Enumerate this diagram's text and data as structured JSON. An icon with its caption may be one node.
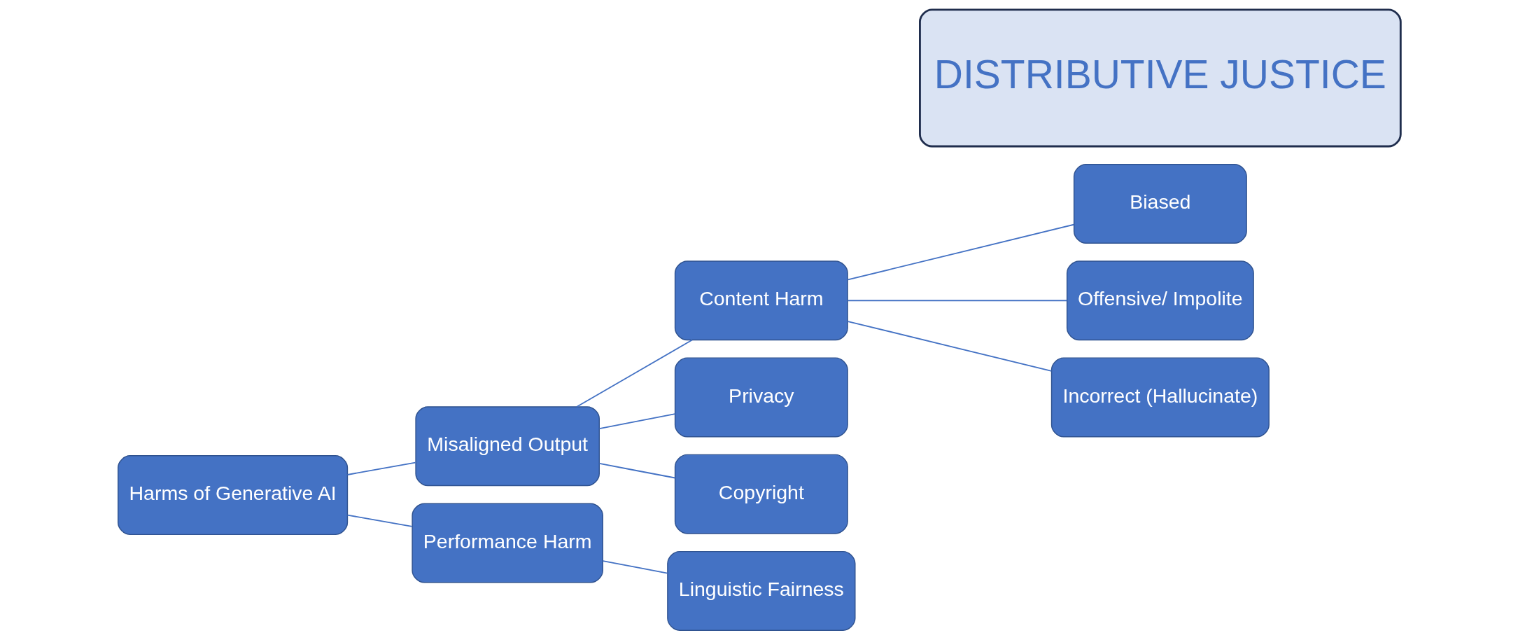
{
  "diagram": {
    "nodes": [
      {
        "text": [
          "Harms of Generative AI"
        ]
      },
      {
        "text": [
          "Misaligned Output"
        ]
      },
      {
        "text": [
          "Performance Harm"
        ]
      },
      {
        "text": [
          "Content Harm"
        ]
      },
      {
        "text": [
          "Privacy"
        ]
      },
      {
        "text": [
          "Copyright"
        ]
      },
      {
        "text": [
          "Linguistic Fairness"
        ]
      },
      {
        "text": [
          "Biased"
        ]
      },
      {
        "text": [
          "Offensive/ Impolite"
        ]
      },
      {
        "text": [
          "Incorrect (Hallucinate)"
        ]
      },
      {
        "text": [
          "DISTRIBUTIVE JUSTICE"
        ]
      }
    ],
    "edges": [
      {
        "from": 0,
        "to": 1,
        "arrow": "none"
      },
      {
        "from": 0,
        "to": 2,
        "arrow": "none"
      },
      {
        "from": 1,
        "to": 3,
        "arrow": "none"
      },
      {
        "from": 1,
        "to": 4,
        "arrow": "none"
      },
      {
        "from": 1,
        "to": 5,
        "arrow": "none"
      },
      {
        "from": 2,
        "to": 6,
        "arrow": "none"
      },
      {
        "from": 3,
        "to": 7,
        "arrow": "none"
      },
      {
        "from": 3,
        "to": 8,
        "arrow": "none"
      },
      {
        "from": 3,
        "to": 9,
        "arrow": "none"
      }
    ]
  }
}
